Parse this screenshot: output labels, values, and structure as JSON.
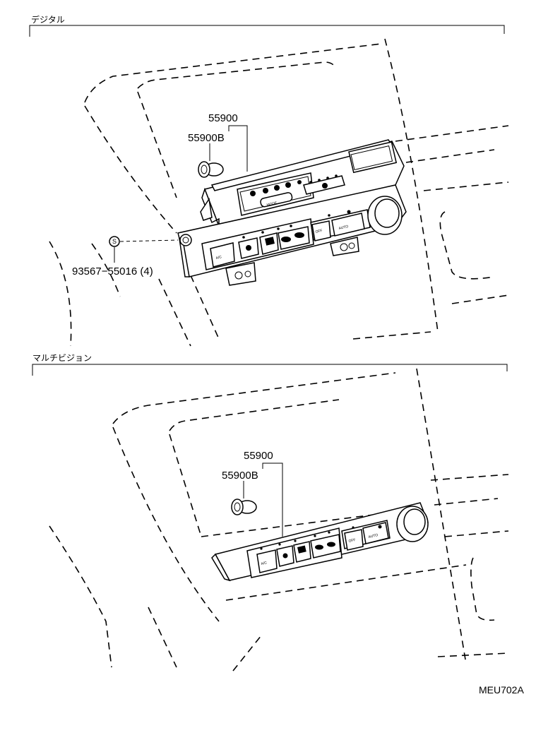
{
  "sections": [
    {
      "title": "デジタル",
      "parts": {
        "assembly": "55900",
        "bulb": "55900B",
        "screw": "93567−55016 (4)",
        "screw_marker": "S"
      },
      "panel_text": {
        "mode": "MODE",
        "ac": "A/C",
        "off": "OFF",
        "auto": "AUTO"
      }
    },
    {
      "title": "マルチビジョン",
      "parts": {
        "assembly": "55900",
        "bulb": "55900B"
      },
      "panel_text": {
        "ac": "A/C",
        "off": "OFF",
        "auto": "AUTO"
      }
    }
  ],
  "diagram_code": "MEU702A"
}
